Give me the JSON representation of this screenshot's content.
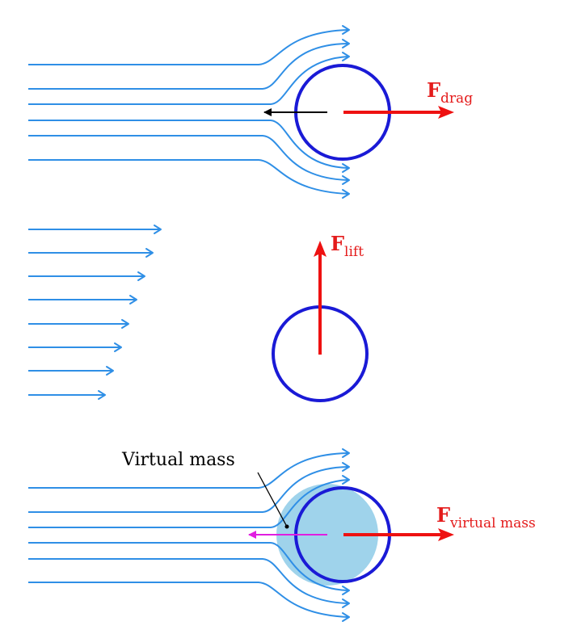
{
  "colors": {
    "streamline": "#2f8fe6",
    "sphere": "#1a1ad6",
    "force": "#ee1111",
    "reaction_drag": "#000000",
    "reaction_virtual_mass": "#e01ee0",
    "virtual_mass_shade": "#8ecbe8"
  },
  "panels": {
    "drag": {
      "force_symbol": "F",
      "force_subscript": "drag"
    },
    "lift": {
      "force_symbol": "F",
      "force_subscript": "lift"
    },
    "virtual_mass": {
      "force_symbol": "F",
      "force_subscript": "virtual mass",
      "annotation": "Virtual mass"
    }
  }
}
